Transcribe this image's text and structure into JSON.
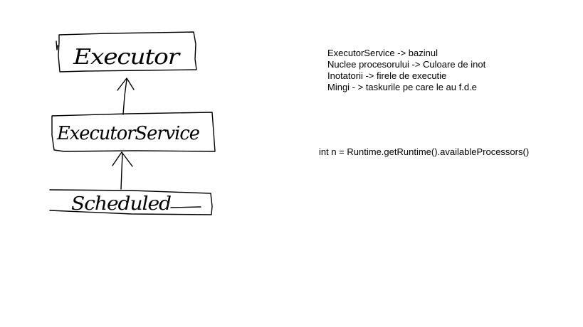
{
  "diagram": {
    "boxes": [
      {
        "label": "Executor"
      },
      {
        "label": "ExecutorService"
      },
      {
        "label": "Scheduled"
      }
    ]
  },
  "notes": [
    "ExecutorService -> bazinul",
    "Nuclee procesorului -> Culoare de inot",
    "Inotatorii -> firele de executie",
    "Mingi - > taskurile pe care le au f.d.e"
  ],
  "code_line": "int n = Runtime.getRuntime().availableProcessors()"
}
